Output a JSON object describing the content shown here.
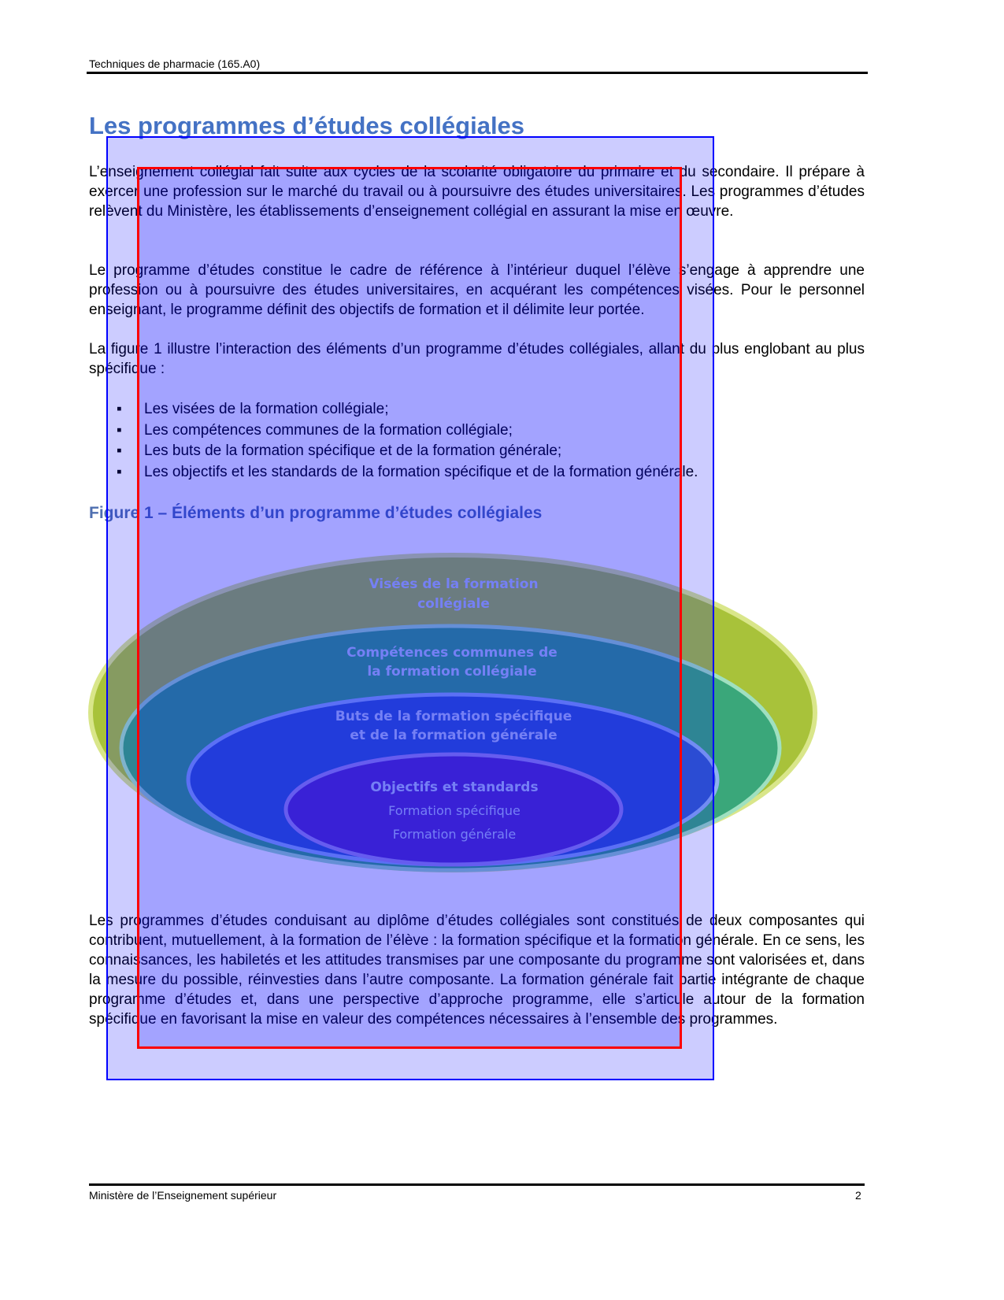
{
  "header": {
    "title": "Techniques de pharmacie (165.A0)"
  },
  "heading": "Les programmes d’études collégiales",
  "paragraphs": [
    "L’enseignement collégial fait suite aux cycles de la scolarité obligatoire du primaire et du secondaire. Il prépare à exercer une profession sur le marché du travail ou à poursuivre des études universitaires. Les programmes d’études relèvent du Ministère, les établissements d’enseignement collégial en assurant la mise en œuvre.",
    "Le programme d’études constitue le cadre de référence à l’intérieur duquel l’élève s’engage à apprendre une profession ou à poursuivre des études universitaires, en acquérant les compétences visées. Pour le personnel enseignant, le programme définit des objectifs de formation et il délimite leur portée.",
    "La figure 1 illustre l’interaction des éléments d’un programme d’études collégiales, allant du plus englobant au plus spécifique :"
  ],
  "bullets": [
    "Les visées de la formation collégiale;",
    "Les compétences communes de la formation collégiale;",
    "Les buts de la formation spécifique et de la formation générale;",
    "Les objectifs et les standards de la formation spécifique et de la formation générale."
  ],
  "figure": {
    "caption": "Figure 1 – Éléments d’un programme d’études collégiales",
    "layers": [
      {
        "line1": "Visées de la formation",
        "line2": "collégiale"
      },
      {
        "line1": "Compétences communes de",
        "line2": "la formation collégiale"
      },
      {
        "line1": "Buts de la formation spécifique",
        "line2": "et de la formation générale"
      },
      {
        "line1": "Objectifs et standards",
        "line2": "Formation spécifique",
        "line3": "Formation générale"
      }
    ]
  },
  "closing": "Les programmes d’études conduisant au diplôme d’études collégiales sont constitués de deux composantes qui contribuent, mutuellement, à la formation de l’élève : la formation spécifique et la formation générale. En ce sens, les connaissances, les habiletés et les attitudes transmises par une composante du programme sont valorisées et, dans la mesure du possible, réinvesties dans l’autre composante. La formation générale fait partie intégrante de chaque programme d’études et, dans une perspective d’approche programme, elle s’articule autour de la formation spécifique en favorisant la mise en valeur des compétences nécessaires à l’ensemble des programmes.",
  "footer": {
    "left": "Ministère de l’Enseignement supérieur",
    "page": "2"
  }
}
